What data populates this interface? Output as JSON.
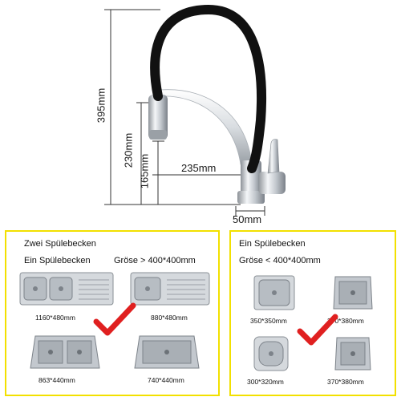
{
  "dimensions": {
    "height_total": "395mm",
    "height_spout": "230mm",
    "height_lever": "165mm",
    "reach": "235mm",
    "base": "50mm"
  },
  "left_panel": {
    "title": "Zwei Spülebecken",
    "subtitle_left": "Ein Spülebecken",
    "subtitle_right": "Gröse > 400*400mm",
    "sizes": [
      "1160*480mm",
      "880*480mm",
      "863*440mm",
      "740*440mm"
    ]
  },
  "right_panel": {
    "title": "Ein Spülebecken",
    "subtitle": "Gröse < 400*400mm",
    "sizes": [
      "350*350mm",
      "370*380mm",
      "300*320mm",
      "370*380mm"
    ]
  },
  "colors": {
    "panel_border": "#f2e000",
    "checkmark": "#e02020",
    "hose": "#111111",
    "chrome": "#c8ccd0"
  }
}
